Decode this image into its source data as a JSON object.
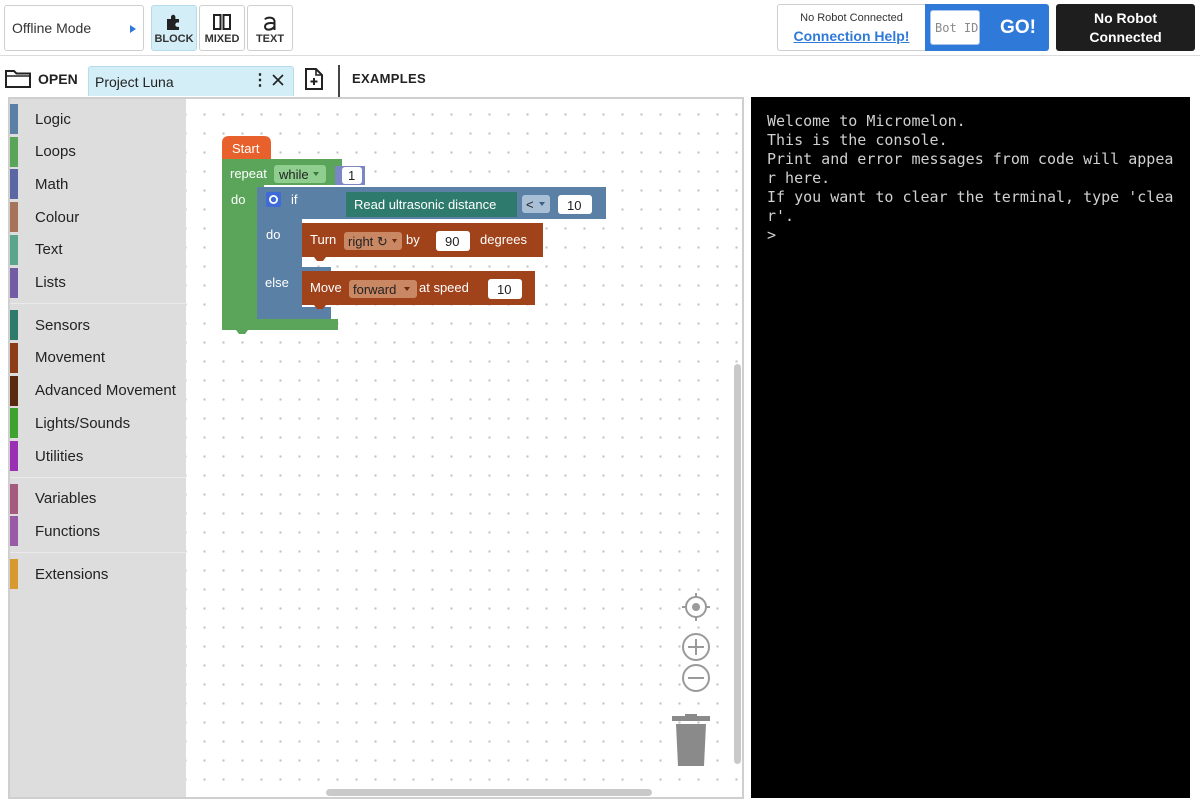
{
  "header": {
    "mode_select": "Offline Mode",
    "view_modes": [
      {
        "label": "BLOCK",
        "icon": "puzzle-icon",
        "active": true
      },
      {
        "label": "MIXED",
        "icon": "split-columns-icon",
        "active": false
      },
      {
        "label": "TEXT",
        "icon": "letter-a-icon",
        "active": false
      }
    ],
    "connection_status": "No Robot Connected",
    "connection_help": "Connection Help!",
    "bot_id_placeholder": "Bot ID",
    "go_label": "GO!",
    "robot_status": "No Robot Connected"
  },
  "tabs": {
    "open_label": "OPEN",
    "project_name": "Project Luna",
    "examples_label": "EXAMPLES"
  },
  "toolbox": {
    "groups": [
      [
        {
          "label": "Logic",
          "color": "#5b80a5"
        },
        {
          "label": "Loops",
          "color": "#5ba55b"
        },
        {
          "label": "Math",
          "color": "#5b67a5"
        },
        {
          "label": "Colour",
          "color": "#a5745b"
        },
        {
          "label": "Text",
          "color": "#5ba58c"
        },
        {
          "label": "Lists",
          "color": "#745ba5"
        }
      ],
      [
        {
          "label": "Sensors",
          "color": "#2e7a6c"
        },
        {
          "label": "Movement",
          "color": "#8c3c16"
        },
        {
          "label": "Advanced Movement",
          "color": "#5a2a10"
        },
        {
          "label": "Lights/Sounds",
          "color": "#3ea32e"
        },
        {
          "label": "Utilities",
          "color": "#9a2fb5"
        }
      ],
      [
        {
          "label": "Variables",
          "color": "#a55b80"
        },
        {
          "label": "Functions",
          "color": "#995ba5"
        }
      ],
      [
        {
          "label": "Extensions",
          "color": "#d89a2e"
        }
      ]
    ]
  },
  "blocks": {
    "start": "Start",
    "repeat": "repeat",
    "repeat_mode": "while",
    "repeat_value": "1",
    "do": "do",
    "if": "if",
    "sensor": "Read ultrasonic distance",
    "compare_op": "<",
    "compare_value": "10",
    "do_inner": "do",
    "turn": "Turn",
    "turn_dir": "right ↻",
    "by": "by",
    "turn_value": "90",
    "degrees": "degrees",
    "else": "else",
    "move": "Move",
    "move_dir": "forward",
    "at_speed": "at speed",
    "speed_value": "10",
    "colors": {
      "start": "#e8612c",
      "loop": "#5ba55b",
      "logic": "#5b80a5",
      "sensor": "#2e7a6c",
      "movement": "#a0421a"
    }
  },
  "console": {
    "lines": [
      "Welcome to Micromelon.",
      "This is the console.",
      "Print and error messages from code will appear here.",
      "If you want to clear the terminal, type 'clear'.",
      ">"
    ]
  }
}
